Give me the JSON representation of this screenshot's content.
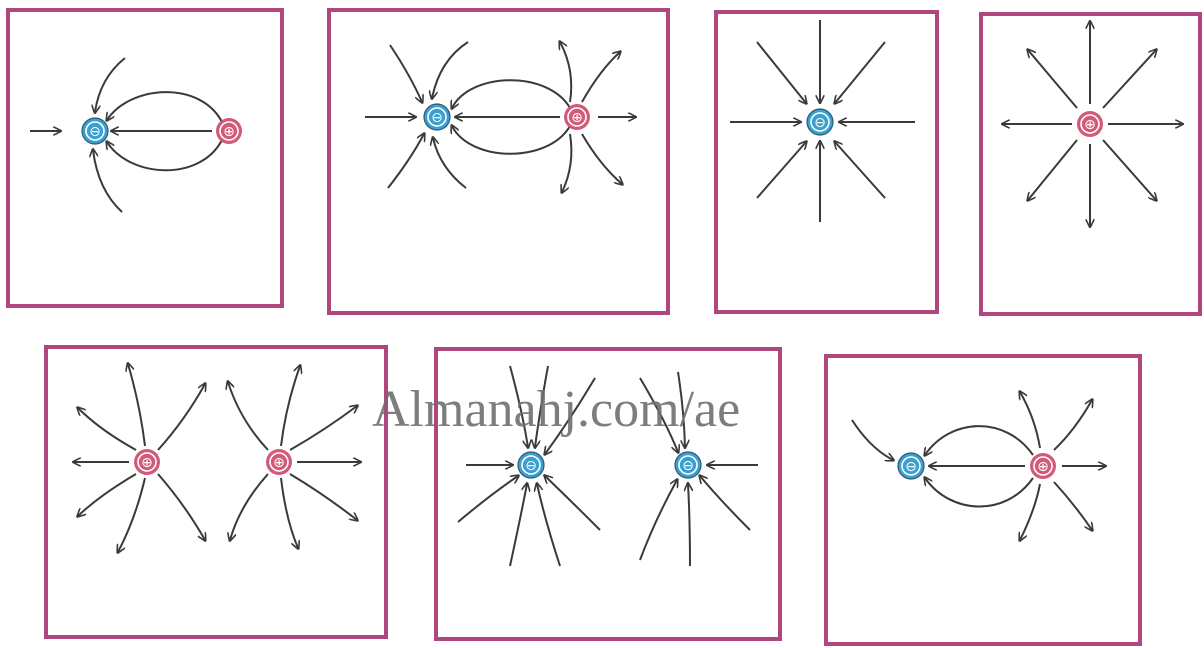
{
  "colors": {
    "frame": "#b0467e",
    "line": "#3a3a3a",
    "negative_charge": "#3aa0cf",
    "positive_charge": "#d25a78",
    "background": "#ffffff"
  },
  "panels": [
    {
      "name": "panel-negative-positive-pair",
      "charges": [
        {
          "sign": "negative",
          "symbol": "⊖"
        },
        {
          "sign": "positive",
          "symbol": "⊕"
        }
      ]
    },
    {
      "name": "panel-negative-positive-dipole",
      "charges": [
        {
          "sign": "negative",
          "symbol": "⊖"
        },
        {
          "sign": "positive",
          "symbol": "⊕"
        }
      ]
    },
    {
      "name": "panel-single-negative",
      "charges": [
        {
          "sign": "negative",
          "symbol": "⊖"
        }
      ]
    },
    {
      "name": "panel-single-positive",
      "charges": [
        {
          "sign": "positive",
          "symbol": "⊕"
        }
      ]
    },
    {
      "name": "panel-two-positive",
      "charges": [
        {
          "sign": "positive",
          "symbol": "⊕"
        },
        {
          "sign": "positive",
          "symbol": "⊕"
        }
      ]
    },
    {
      "name": "panel-two-negative",
      "charges": [
        {
          "sign": "negative",
          "symbol": "⊖"
        },
        {
          "sign": "negative",
          "symbol": "⊖"
        }
      ]
    },
    {
      "name": "panel-negative-positive-unequal",
      "charges": [
        {
          "sign": "negative",
          "symbol": "⊖"
        },
        {
          "sign": "positive",
          "symbol": "⊕"
        }
      ]
    }
  ],
  "icons": {
    "negative": "negative-charge-icon",
    "positive": "positive-charge-icon",
    "field_line": "field-line-arrow"
  },
  "watermark": "Almanahj.com/ae"
}
